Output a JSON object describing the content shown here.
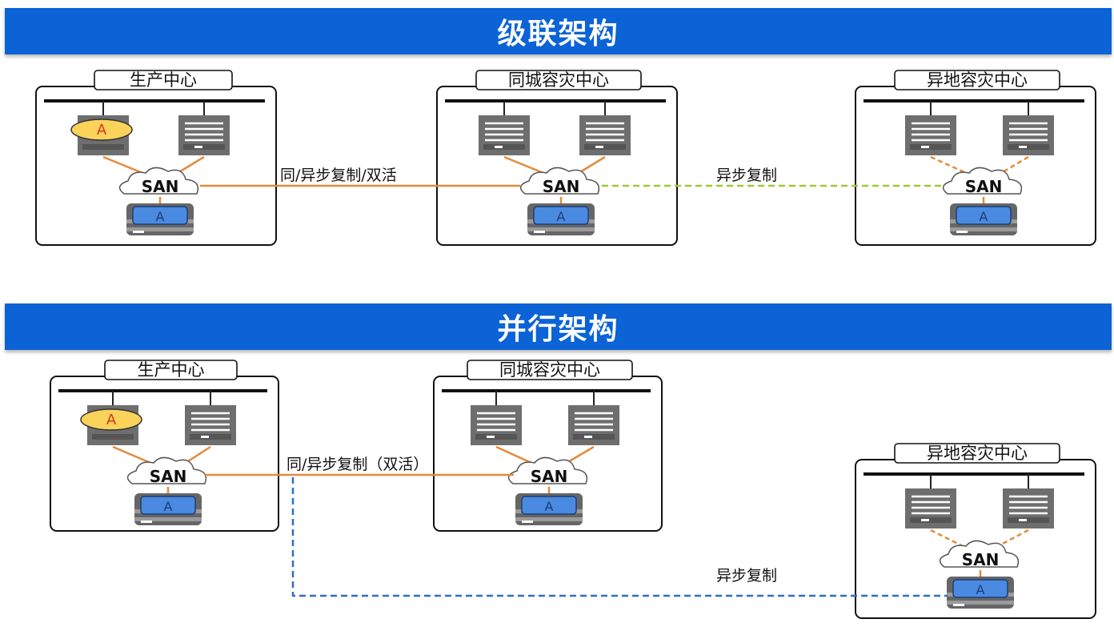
{
  "sections": {
    "cascade_title": "级联架构",
    "parallel_title": "并行架构"
  },
  "centers": {
    "production": "生产中心",
    "same_city": "同城容灾中心",
    "remote": "异地容灾中心"
  },
  "labels": {
    "san": "SAN",
    "app": "A",
    "volume": "A"
  },
  "links": {
    "cascade_sync": "同/异步复制/双活",
    "cascade_async": "异步复制",
    "parallel_sync": "同/异步复制（双活）",
    "parallel_async": "异步复制"
  },
  "colors": {
    "banner": "#0b63d6",
    "sync_link": "#e58a3a",
    "async_cascade": "#9acd32",
    "async_parallel": "#2f6fc4",
    "app_highlight": "#fcd35a",
    "volume": "#4a8ae0"
  }
}
